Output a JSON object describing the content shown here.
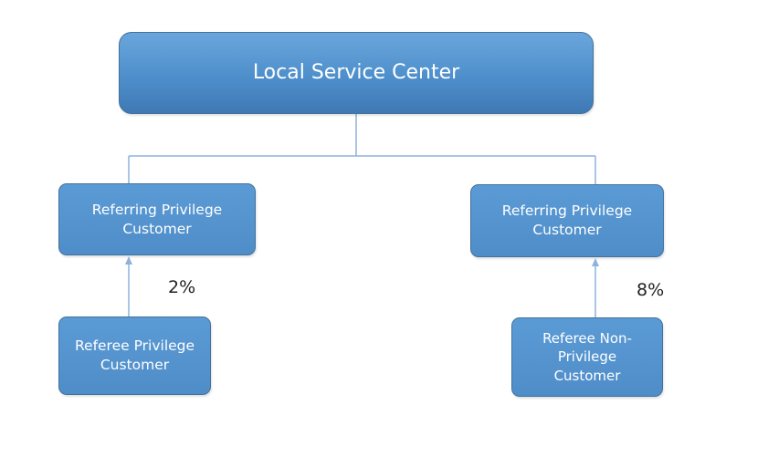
{
  "nodes": {
    "root": "Local Service Center",
    "left_referring": "Referring Privilege\nCustomer",
    "right_referring": "Referring Privilege\nCustomer",
    "left_referee": "Referee Privilege\nCustomer",
    "right_referee": "Referee Non-\nPrivilege\nCustomer"
  },
  "percentages": {
    "left": "2%",
    "right": "8%"
  },
  "colors": {
    "box_fill": "#5b9bd5",
    "box_border": "#41719c",
    "connector": "#8db3dc",
    "text": "#ffffff"
  }
}
